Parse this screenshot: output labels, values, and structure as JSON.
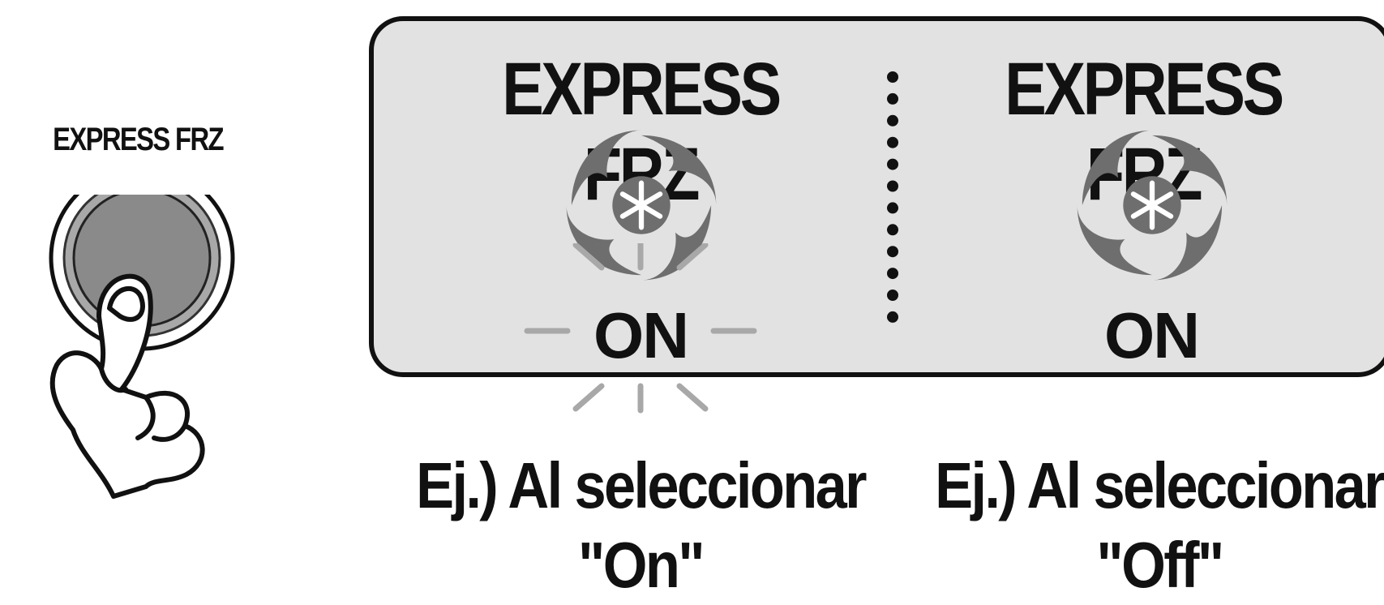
{
  "button": {
    "label": "EXPRESS FRZ"
  },
  "panels": {
    "on": {
      "title": "EXPRESS FRZ",
      "indicator": "ON",
      "caption_line1": "Ej.) Al seleccionar",
      "caption_line2": "\"On\""
    },
    "off": {
      "title": "EXPRESS FRZ",
      "indicator": "ON",
      "caption_line1": "Ej.) Al seleccionar",
      "caption_line2": "\"Off\""
    }
  },
  "icons": {
    "fan": "express-freeze-fan-icon",
    "snowflake": "snowflake-icon",
    "hand": "pressing-hand-icon"
  },
  "colors": {
    "panel_background": "#e2e2e2",
    "icon_gray": "#6e6e6e",
    "button_fill": "#8a8a8a",
    "ray_gray": "#a8a8a8"
  }
}
